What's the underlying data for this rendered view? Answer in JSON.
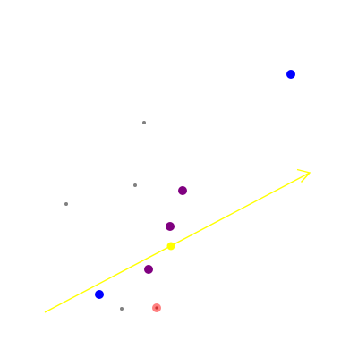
{
  "scene": {
    "background": "#ffffff",
    "points": [
      {
        "name": "blue-point-upper-right",
        "color": "#0000ff",
        "size": "large"
      },
      {
        "name": "gray-point-upper",
        "color": "#808080",
        "size": "small"
      },
      {
        "name": "gray-point-middle",
        "color": "#808080",
        "size": "small"
      },
      {
        "name": "gray-point-left",
        "color": "#808080",
        "size": "small"
      },
      {
        "name": "purple-point-upper",
        "color": "#800080",
        "size": "large"
      },
      {
        "name": "purple-point-middle",
        "color": "#800080",
        "size": "large"
      },
      {
        "name": "yellow-point-on-arrow",
        "color": "#ffff00",
        "size": "medium"
      },
      {
        "name": "purple-point-lower",
        "color": "#800080",
        "size": "large"
      },
      {
        "name": "blue-point-lower-left",
        "color": "#0000ff",
        "size": "large"
      },
      {
        "name": "gray-point-bottom",
        "color": "#808080",
        "size": "small"
      },
      {
        "name": "red-target-point",
        "color": "#ff8080",
        "center_color": "#cc3333",
        "size": "large"
      }
    ],
    "arrow": {
      "name": "yellow-direction-arrow",
      "color": "#ffff00"
    }
  }
}
